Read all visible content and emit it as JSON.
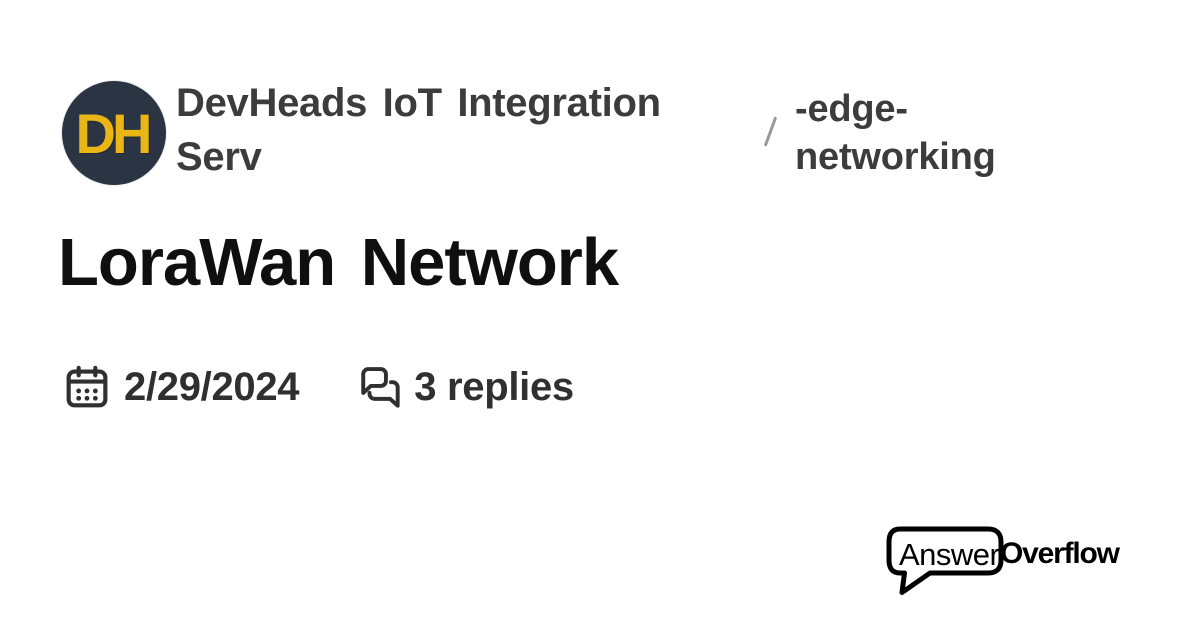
{
  "server": {
    "name": "DevHeads IoT Integration Serv",
    "avatar_initials": "DH"
  },
  "channel": {
    "name": "-edge-networking"
  },
  "thread": {
    "title": "LoraWan Network",
    "date": "2/29/2024",
    "replies": "3 replies"
  },
  "brand": {
    "name_regular": "Answer",
    "name_bold": "Overflow"
  },
  "icons": {
    "calendar": "calendar-icon",
    "replies": "chat-bubbles-icon",
    "brand_bubble": "speech-bubble-icon"
  },
  "colors": {
    "background": "#ffffff",
    "avatar_bg": "#2a3442",
    "avatar_fg": "#e9b616",
    "heading_gray": "#3c3c3c",
    "title_black": "#0f0f0f",
    "meta_gray": "#303030",
    "slash_gray": "#999999",
    "brand_black": "#000000"
  }
}
